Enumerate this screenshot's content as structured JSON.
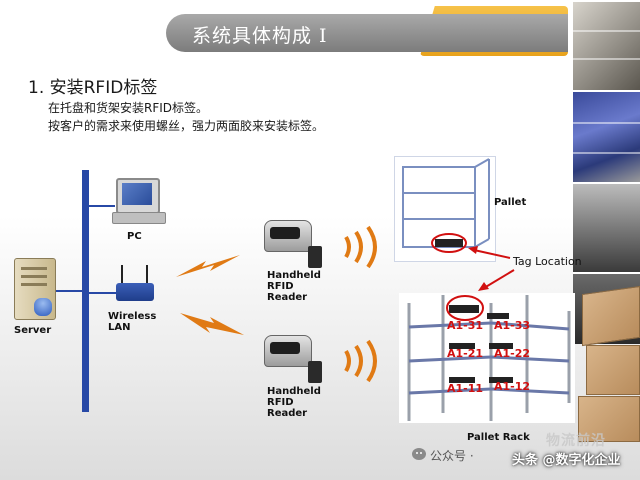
{
  "slide": {
    "title": "系统具体构成 Ⅰ",
    "heading": "1. 安装RFID标签",
    "desc_1": "在托盘和货架安装RFID标签。",
    "desc_2": "按客户的需求来使用螺丝，强力两面胶来安装标签。"
  },
  "diagram": {
    "server_label": "Server",
    "pc_label": "PC",
    "wireless_label_1": "Wireless",
    "wireless_label_2": "LAN",
    "reader_top": {
      "line1": "Handheld",
      "line2": "RFID",
      "line3": "Reader"
    },
    "reader_bottom": {
      "line1": "Handheld",
      "line2": "RFID",
      "line3": "Reader"
    },
    "pallet_label": "Pallet",
    "tag_location_label": "Tag Location",
    "pallet_rack_label": "Pallet Rack",
    "rack_tags": [
      "A1-31",
      "A1-33",
      "A1-21",
      "A1-22",
      "A1-11",
      "A1-12"
    ]
  },
  "watermark": {
    "text_1": "公众号 ·",
    "text_2": "头条 @数字化企业",
    "text_3": "物流前沿"
  },
  "colors": {
    "accent": "#e8a21c",
    "title_bar": "#8e8e8e",
    "network": "#2748a6",
    "tag_red": "#d11010",
    "signal": "#e07a14"
  }
}
